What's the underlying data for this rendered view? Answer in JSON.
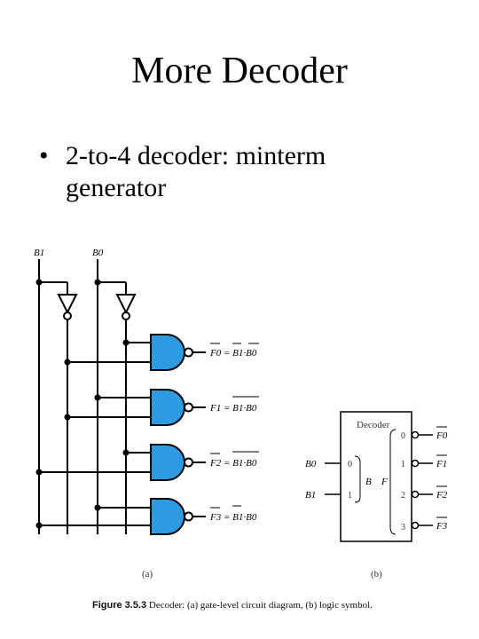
{
  "slide": {
    "title": "More Decoder",
    "bullet_symbol": "•",
    "bullet_text": "2-to-4 decoder: minterm generator"
  },
  "circuit": {
    "inputs": [
      "B1",
      "B0"
    ],
    "outputs": [
      {
        "name": "F0",
        "expr": "= B1·B0"
      },
      {
        "name": "F1",
        "expr": "= B1·B0"
      },
      {
        "name": "F2",
        "expr": "= B1·B0"
      },
      {
        "name": "F3",
        "expr": "= B1·B0"
      }
    ],
    "label": "(a)"
  },
  "symbol": {
    "title": "Decoder",
    "inputs": [
      "B0",
      "B1"
    ],
    "input_numbers": [
      "0",
      "1"
    ],
    "internal_labels": [
      "B",
      "F"
    ],
    "output_numbers": [
      "0",
      "1",
      "2",
      "3"
    ],
    "outputs": [
      "F0",
      "F1",
      "F2",
      "F3"
    ],
    "label": "(b)"
  },
  "caption": {
    "figure": "Figure 3.5.3",
    "text": "Decoder: (a) gate-level circuit diagram, (b) logic symbol."
  },
  "colors": {
    "gate_fill": "#2d9be2",
    "line": "#000000"
  }
}
